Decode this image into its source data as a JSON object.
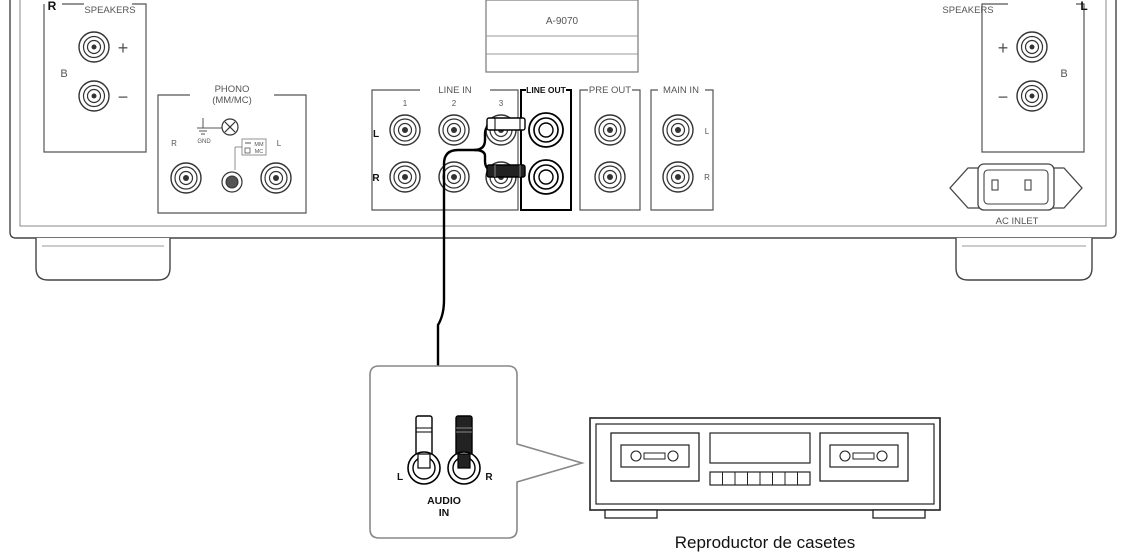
{
  "amp": {
    "model": "A-9070",
    "speakers_r": {
      "title": "SPEAKERS",
      "side": "R",
      "row": "B",
      "plus": "+",
      "minus": "−"
    },
    "speakers_l": {
      "title": "SPEAKERS",
      "side": "L",
      "row": "B",
      "plus": "+",
      "minus": "−"
    },
    "phono": {
      "title_line1": "PHONO",
      "title_line2": "(MM/MC)",
      "gnd": "GND",
      "mm": "MM",
      "mc": "MC",
      "left": "L",
      "right": "R"
    },
    "line_in": {
      "title": "LINE IN",
      "ch1": "1",
      "ch2": "2",
      "ch3": "3",
      "left": "L",
      "right": "R"
    },
    "line_out": {
      "title": "LINE OUT"
    },
    "pre_out": {
      "title": "PRE OUT"
    },
    "main_in": {
      "title": "MAIN IN",
      "left": "L",
      "right": "R"
    },
    "ac_inlet": {
      "title": "AC INLET"
    }
  },
  "cassette": {
    "audio_in_line1": "AUDIO",
    "audio_in_line2": "IN",
    "left": "L",
    "right": "R",
    "caption": "Reproductor de casetes"
  }
}
